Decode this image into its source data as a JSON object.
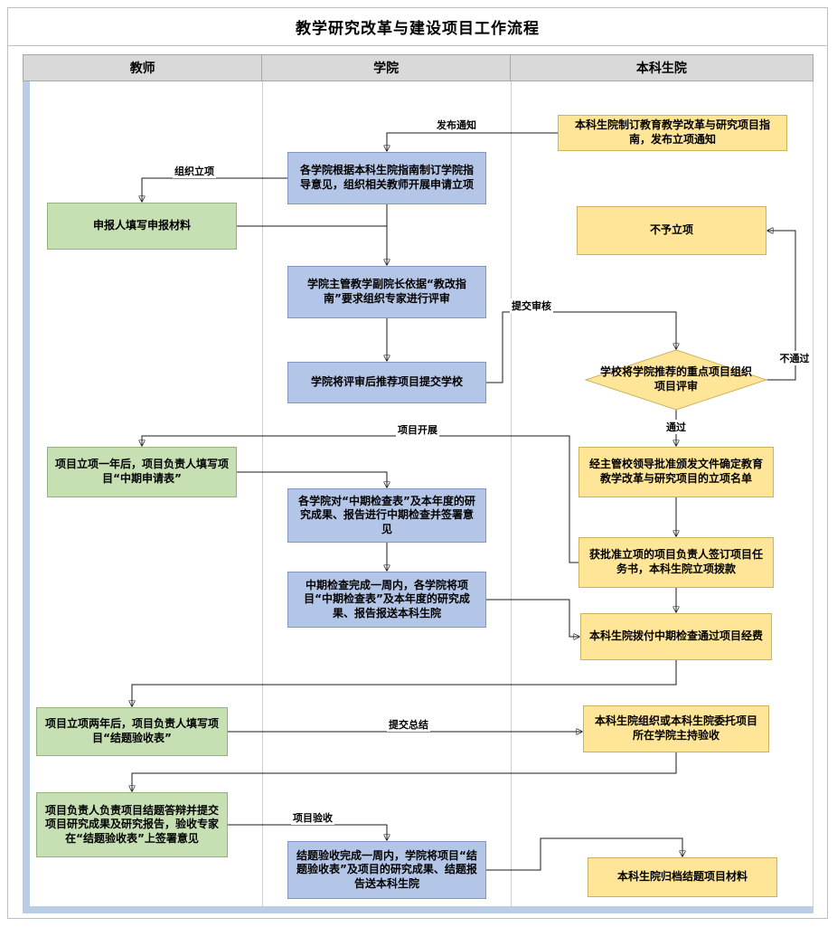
{
  "title": "教学研究改革与建设项目工作流程",
  "lanes": [
    {
      "label": "教师"
    },
    {
      "label": "学院"
    },
    {
      "label": "本科生院"
    }
  ],
  "nodes": {
    "teacher_fill_application": {
      "text": "申报人填写申报材料"
    },
    "teacher_mid_form": {
      "text": "项目立项一年后，项目负责人填写项目“中期申请表”"
    },
    "teacher_final_form": {
      "text": "项目立项两年后，项目负责人填写项目“结题验收表”"
    },
    "teacher_defense": {
      "text": "项目负责人负责项目结题答辩并提交项目研究成果及研究报告，验收专家在“结题验收表”上签署意见"
    },
    "college_guideline": {
      "text": "各学院根据本科生院指南制订学院指导意见，组织相关教师开展申请立项"
    },
    "college_review": {
      "text": "学院主管教学副院长依据“教改指南”要求组织专家进行评审"
    },
    "college_submit": {
      "text": "学院将评审后推荐项目提交学校"
    },
    "college_mid_check": {
      "text": "各学院对“中期检查表”及本年度的研究成果、报告进行中期检查并签署意见"
    },
    "college_mid_report": {
      "text": "中期检查完成一周内，各学院将项目“中期检查表”及本年度的研究成果、报告报送本科生院"
    },
    "college_final_report": {
      "text": "结题验收完成一周内，学院将项目“结题验收表”及项目的研究成果、结题报告送本科生院"
    },
    "ug_publish": {
      "text": "本科生院制订教育教学改革与研究项目指南，发布立项通知"
    },
    "ug_reject": {
      "text": "不予立项"
    },
    "ug_evaluate": {
      "text": "学校将学院推荐的重点项目组织项目评审"
    },
    "ug_approve_list": {
      "text": "经主管校领导批准颁发文件确定教育教学改革与研究项目的立项名单"
    },
    "ug_task_fund": {
      "text": "获批准立项的项目负责人签订项目任务书，本科生院立项拨款"
    },
    "ug_mid_fund": {
      "text": "本科生院拨付中期检查通过项目经费"
    },
    "ug_acceptance": {
      "text": "本科生院组织或本科生院委托项目所在学院主持验收"
    },
    "ug_archive": {
      "text": "本科生院归档结题项目材料"
    }
  },
  "edge_labels": {
    "publish_notice": "发布通知",
    "organize": "组织立项",
    "submit_review": "提交审核",
    "fail": "不通过",
    "pass": "通过",
    "project_start": "项目开展",
    "submit_summary": "提交总结",
    "project_acceptance": "项目验收"
  },
  "colors": {
    "teacher_node_fill": "#C6E0B4",
    "college_node_fill": "#B4C6E7",
    "undergrad_node_fill": "#FFE598",
    "lane_header_fill": "#D9D9D9",
    "side_strip_fill": "#B9CDE5"
  }
}
